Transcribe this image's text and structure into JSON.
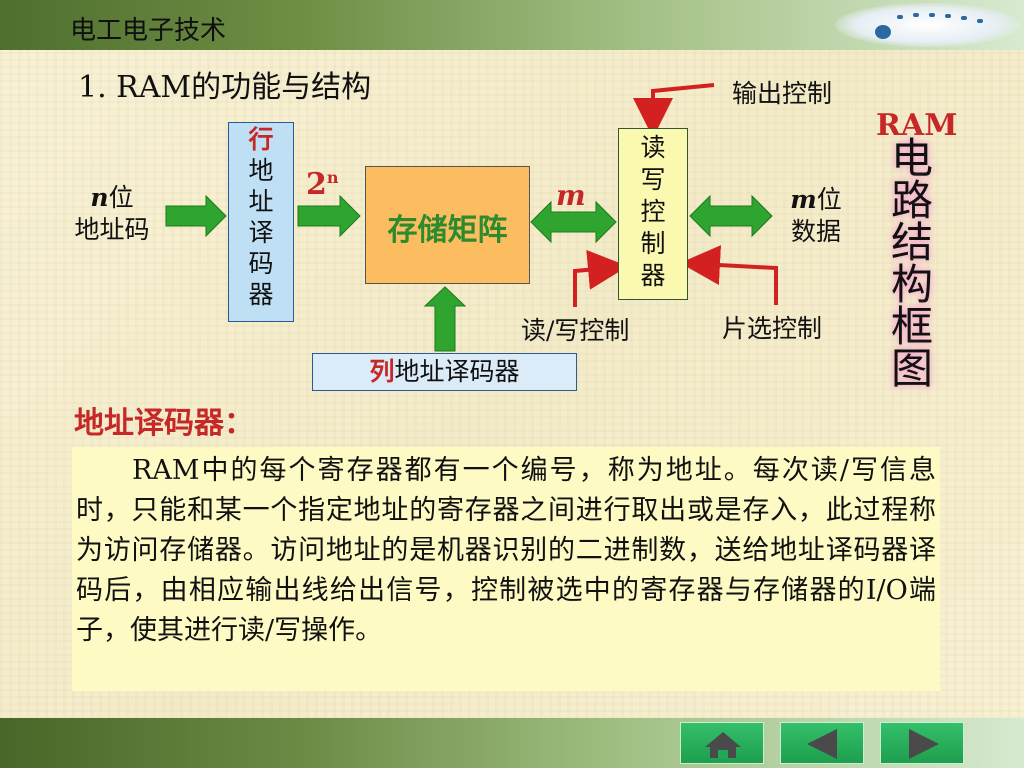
{
  "header": {
    "title": "电工电子技术"
  },
  "heading": "1. RAM的功能与结构",
  "diagram": {
    "row_decoder_chars": [
      "行",
      "地",
      "址",
      "译",
      "码",
      "器"
    ],
    "rw_controller_chars": [
      "读",
      "写",
      "控",
      "制",
      "器"
    ],
    "storage_matrix": "存储矩阵",
    "col_decoder_highlight": "列",
    "col_decoder_rest": "地址译码器",
    "input_label_n": "n",
    "input_label_line1_rest": "位",
    "input_label_line2": "地址码",
    "two_base": "2",
    "two_exp": "n",
    "m_label": "m",
    "output_label_m": "m",
    "output_label_line1_rest": "位",
    "output_label_line2": "数据",
    "output_control": "输出控制",
    "rw_control": "读/写控制",
    "chip_select": "片选控制",
    "ram_title": "RAM",
    "ram_vertical": "电路结构框图"
  },
  "section_title": "地址译码器：",
  "paragraph": "RAM中的每个寄存器都有一个编号，称为地址。每次读/写信息时，只能和某一个指定地址的寄存器之间进行取出或是存入，此过程称为访问存储器。访问地址的是机器识别的二进制数，送给地址译码器译码后，由相应输出线给出信号，控制被选中的寄存器与存储器的I/O端子，使其进行读/写操作。",
  "colors": {
    "arrow_green": "#2fa52f",
    "control_red": "#d32020",
    "matrix_fill": "#fbbd60",
    "decoder_fill": "#bfe0f4",
    "controller_fill": "#fbf8b0",
    "nav_green": "#22a855"
  },
  "nav": {
    "buttons": [
      "home-icon",
      "prev-icon",
      "next-icon"
    ]
  }
}
